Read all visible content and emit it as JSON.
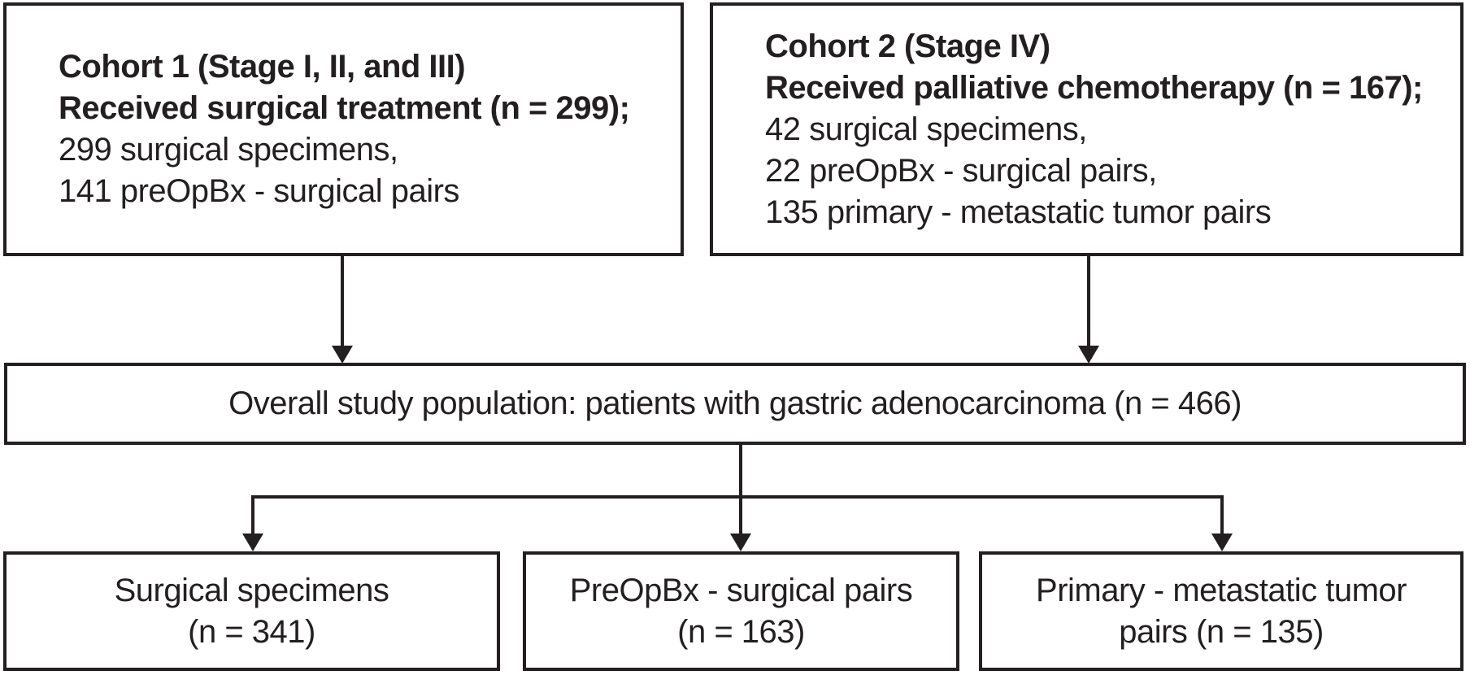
{
  "figure_title": "Study population flow diagram",
  "colors": {
    "line": "#231f20",
    "background": "#ffffff"
  },
  "cohort1": {
    "lines": [
      "Cohort 1 (Stage I, II, and III)",
      "Received surgical treatment (n = 299);",
      "299 surgical specimens,",
      "141 preOpBx - surgical pairs"
    ]
  },
  "cohort2": {
    "lines": [
      "Cohort 2 (Stage IV)",
      "Received palliative chemotherapy (n = 167);",
      "42 surgical specimens,",
      "22 preOpBx - surgical pairs,",
      "135 primary - metastatic tumor pairs"
    ]
  },
  "overall": {
    "text": "Overall study population: patients with gastric adenocarcinoma (n = 466)"
  },
  "surgical_specimens": {
    "lines": [
      "Surgical specimens",
      "(n = 341)"
    ]
  },
  "preopbx_pairs": {
    "lines": [
      "PreOpBx - surgical pairs",
      "(n = 163)"
    ]
  },
  "primary_metastatic": {
    "lines": [
      "Primary - metastatic tumor",
      "pairs (n = 135)"
    ]
  }
}
